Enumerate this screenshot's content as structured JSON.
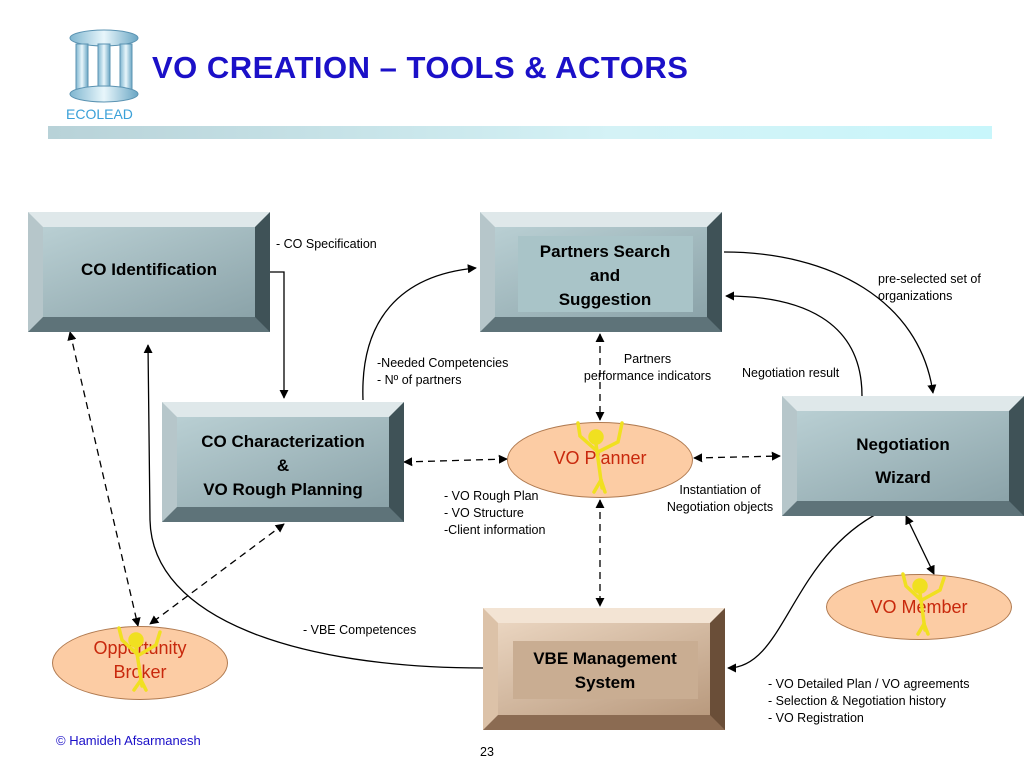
{
  "header": {
    "title": "VO CREATION – TOOLS & ACTORS",
    "brand": "ECOLEAD",
    "logo_icon": "ecolead-columns-logo"
  },
  "boxes": {
    "co_identification": "CO Identification",
    "partners_search": [
      "Partners Search",
      "and",
      "Suggestion"
    ],
    "co_characterization": [
      "CO Characterization",
      "&",
      "VO Rough Planning"
    ],
    "negotiation_wizard": [
      "Negotiation",
      "Wizard"
    ],
    "vbe_management": [
      "VBE Management",
      "System"
    ]
  },
  "actors": {
    "vo_planner": [
      "VO Planner"
    ],
    "vo_member": [
      "VO Member"
    ],
    "opportunity_broker": [
      "Opportunity",
      "Broker"
    ]
  },
  "notes": {
    "co_specification": [
      "- CO Specification"
    ],
    "needed_competencies": [
      "-Needed Competencies",
      "- Nº of partners"
    ],
    "partners_performance": [
      "Partners",
      "performance indicators"
    ],
    "negotiation_result": [
      "Negotiation result"
    ],
    "preselected": [
      "pre-selected set of",
      "organizations"
    ],
    "vo_rough_plan": [
      "- VO Rough Plan",
      "- VO Structure",
      "-Client information"
    ],
    "instantiation": [
      "Instantiation of",
      "Negotiation objects"
    ],
    "vbe_competences": [
      "- VBE Competences"
    ],
    "vo_detailed": [
      "- VO Detailed Plan / VO agreements",
      "- Selection & Negotiation history",
      "- VO Registration"
    ]
  },
  "footer": {
    "copyright": "© Hamideh Afsarmanesh",
    "page_number": "23"
  }
}
